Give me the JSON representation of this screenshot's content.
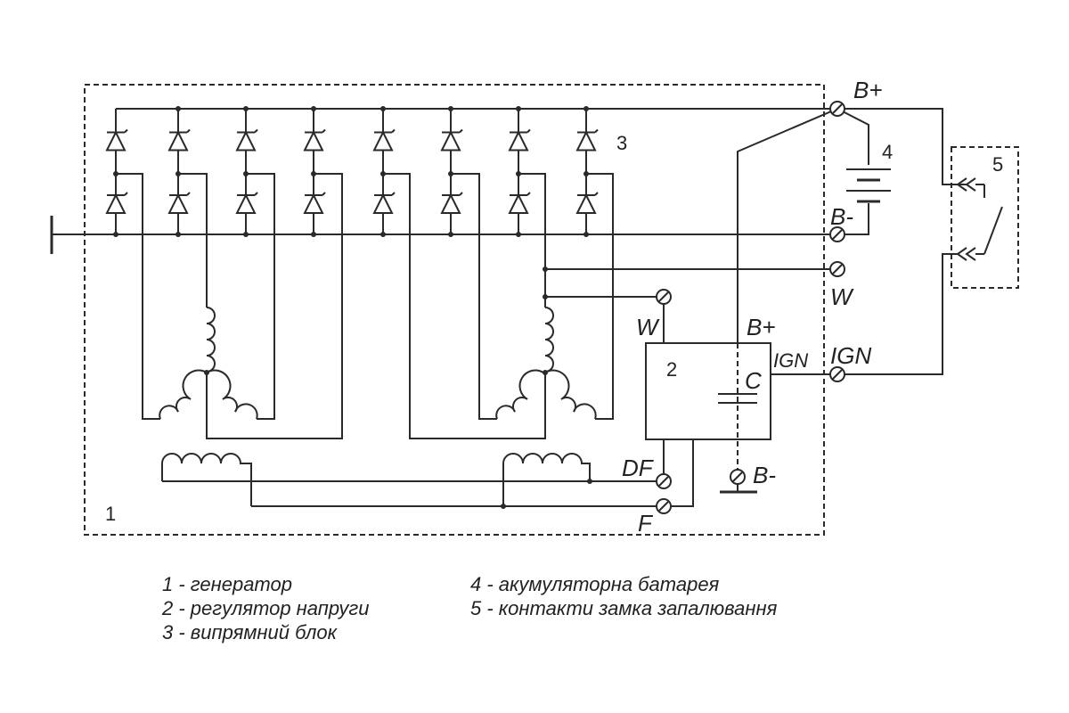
{
  "labels": {
    "b_plus": "B+",
    "b_minus": "B-",
    "w": "W",
    "ign": "IGN",
    "c": "C",
    "df": "DF",
    "f": "F"
  },
  "numbers": {
    "generator": "1",
    "regulator": "2",
    "rectifier": "3",
    "battery": "4",
    "ignition": "5"
  },
  "legend": [
    "1 - генератор",
    "2 - регулятор напруги",
    "3 - випрямний блок",
    "4 - акумуляторна батарея",
    "5 - контакти замка запалювання"
  ]
}
